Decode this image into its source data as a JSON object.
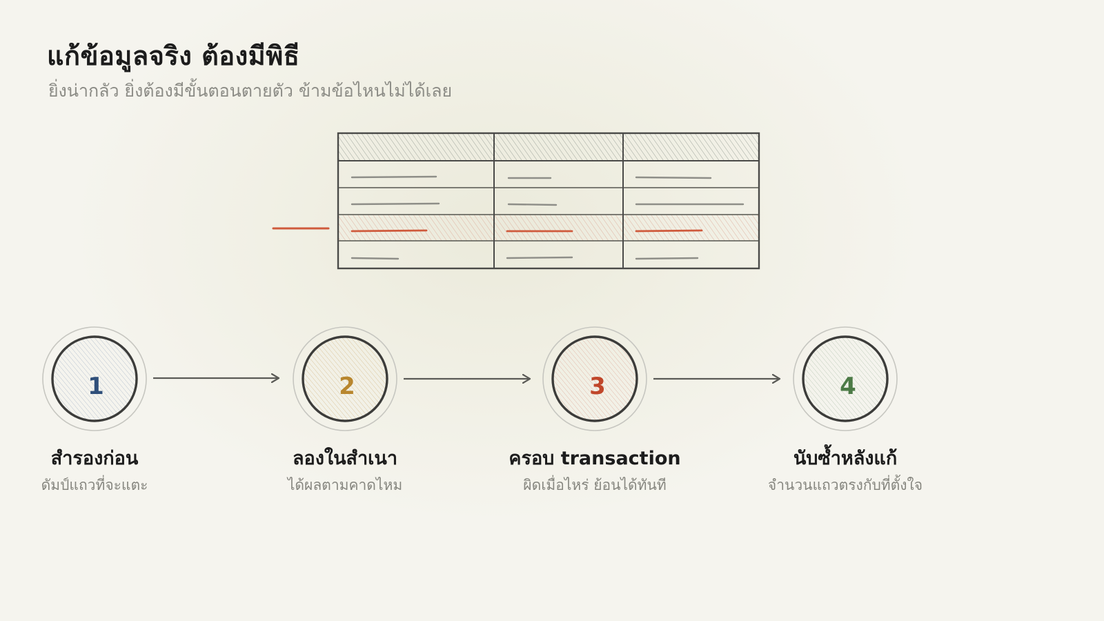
{
  "title": "แก้ข้อมูลจริง ต้องมีพิธี",
  "subtitle": "ยิ่งน่ากลัว ยิ่งต้องมีขั้นตอนตายตัว ข้ามข้อไหนไม่ได้เลย",
  "icons": {
    "table": "data-table-sketch-icon",
    "marker": "row-pointer-icon",
    "arrow": "right-arrow-icon"
  },
  "colors": {
    "highlight_row": "#cf5a3c",
    "step_1": "#2f4f7a",
    "step_2": "#b8862e",
    "step_3": "#c0462a",
    "step_4": "#4c7a46"
  },
  "steps": [
    {
      "number": "1",
      "title": "สำรองก่อน",
      "description": "ดัมป์แถวที่จะแตะ"
    },
    {
      "number": "2",
      "title": "ลองในสำเนา",
      "description": "ได้ผลตามคาดไหม"
    },
    {
      "number": "3",
      "title": "ครอบ transaction",
      "description": "ผิดเมื่อไหร่ ย้อนได้ทันที"
    },
    {
      "number": "4",
      "title": "นับซ้ำหลังแก้",
      "description": "จำนวนแถวตรงกับที่ตั้งใจ"
    }
  ]
}
